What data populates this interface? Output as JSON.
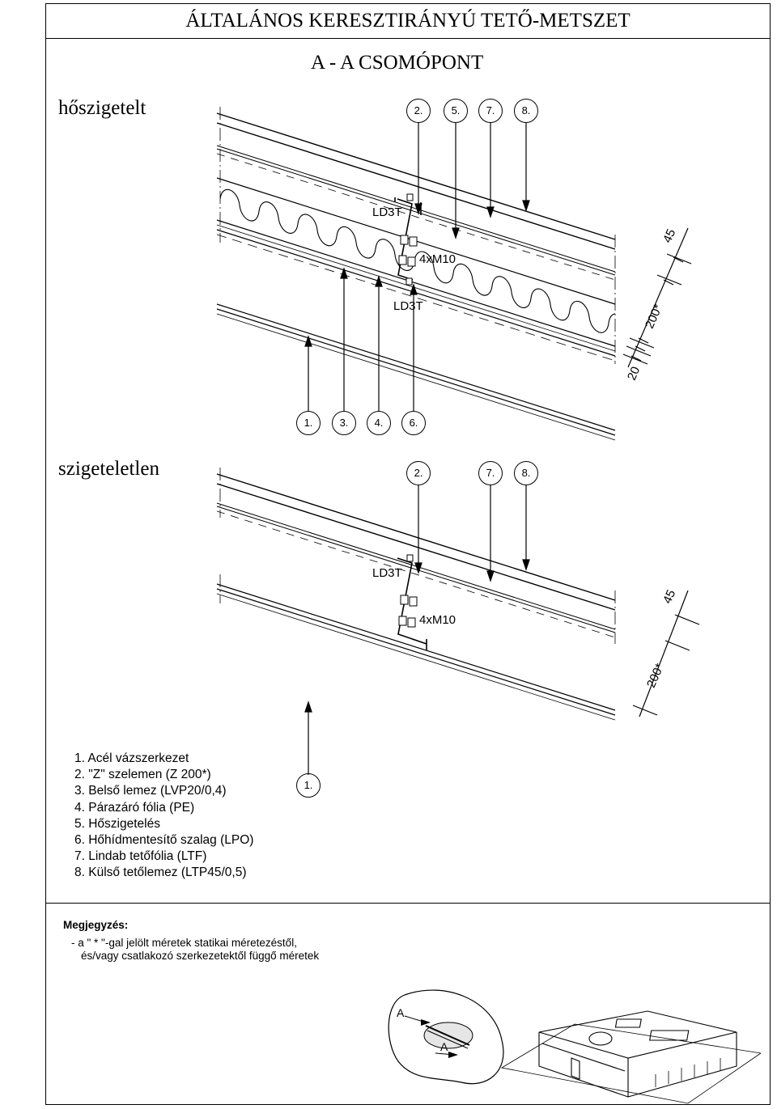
{
  "header": {
    "title": "ÁLTALÁNOS KERESZTIRÁNYÚ TETŐ-METSZET",
    "subtitle": "A - A  CSOMÓPONT"
  },
  "detail_insulated": {
    "label": "hőszigetelt",
    "top_callouts": [
      "2.",
      "5.",
      "7.",
      "8."
    ],
    "bottom_callouts": [
      "1.",
      "3.",
      "4.",
      "6."
    ],
    "fastener_top": "LD3T",
    "bolts": "4xM10",
    "fastener_bottom": "LD3T",
    "dimensions": [
      "45",
      "200*",
      "20"
    ]
  },
  "detail_uninsulated": {
    "label": "szigeteletlen",
    "top_callouts": [
      "2.",
      "7.",
      "8."
    ],
    "fastener_top": "LD3T",
    "bolts": "4xM10",
    "dimensions": [
      "45",
      "200*"
    ]
  },
  "legend": {
    "items": [
      "1.  Acél vázszerkezet",
      "2.  \"Z\" szelemen (Z 200*)",
      "3.  Belső lemez (LVP20/0,4)",
      "4.  Párazáró fólia (PE)",
      "5.  Hőszigetelés",
      "6.  Hőhídmentesítő szalag (LPO)",
      "7.  Lindab tetőfólia (LTF)",
      "8.  Külső tetőlemez (LTP45/0,5)"
    ],
    "callout": "1."
  },
  "notes": {
    "title": "Megjegyzés:",
    "lines": [
      "- a \" * \"-gal jelölt méretek statikai méretezéstől,",
      "és/vagy csatlakozó szerkezetektől függő méretek"
    ]
  },
  "key_plan": {
    "section_marks": [
      "A",
      "A"
    ]
  }
}
